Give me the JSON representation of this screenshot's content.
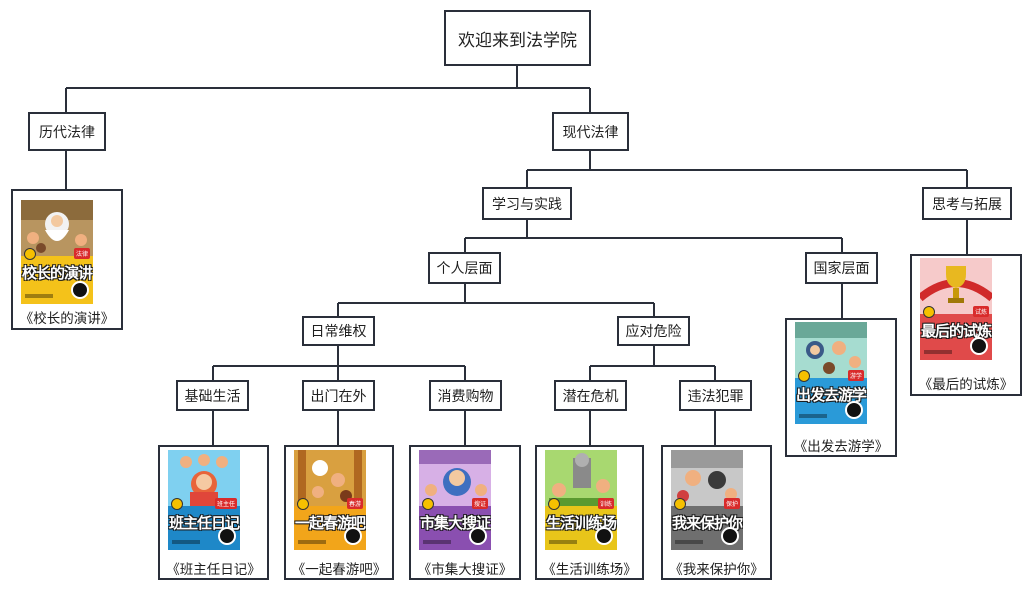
{
  "nodes": {
    "root": "欢迎来到法学院",
    "history": "历代法律",
    "modern": "现代法律",
    "study": "学习与实践",
    "think": "思考与拓展",
    "personal": "个人层面",
    "national": "国家层面",
    "rights": "日常维权",
    "danger": "应对危险",
    "basic": "基础生活",
    "outing": "出门在外",
    "shopping": "消费购物",
    "latent": "潜在危机",
    "crime": "违法犯罪"
  },
  "books": {
    "principal": {
      "cover_title": "校长的演讲",
      "caption": "《校长的演讲》"
    },
    "teacher": {
      "cover_title": "班主任日记",
      "caption": "《班主任日记》"
    },
    "spring": {
      "cover_title": "一起春游吧",
      "caption": "《一起春游吧》"
    },
    "market": {
      "cover_title": "市集大搜证",
      "caption": "《市集大搜证》"
    },
    "training": {
      "cover_title": "生活训练场",
      "caption": "《生活训练场》"
    },
    "protect": {
      "cover_title": "我来保护你",
      "caption": "《我来保护你》"
    },
    "trip": {
      "cover_title": "出发去游学",
      "caption": "《出发去游学》"
    },
    "final": {
      "cover_title": "最后的试炼",
      "caption": "《最后的试炼》"
    }
  },
  "colors": {
    "border": "#2a2f3a",
    "line": "#2a2f3a"
  }
}
